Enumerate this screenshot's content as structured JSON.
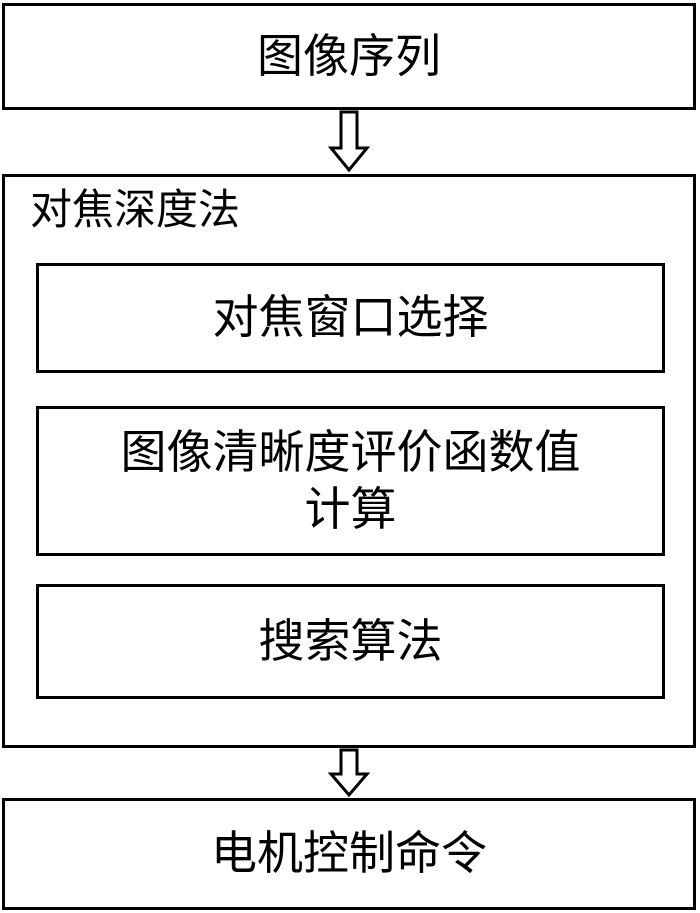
{
  "diagram": {
    "input_box": {
      "label": "图像序列"
    },
    "container": {
      "title": "对焦深度法",
      "steps": [
        {
          "label": "对焦窗口选择"
        },
        {
          "label_line1": "图像清晰度评价函数值",
          "label_line2": "计算"
        },
        {
          "label": "搜索算法"
        }
      ]
    },
    "output_box": {
      "label": "电机控制命令"
    }
  }
}
